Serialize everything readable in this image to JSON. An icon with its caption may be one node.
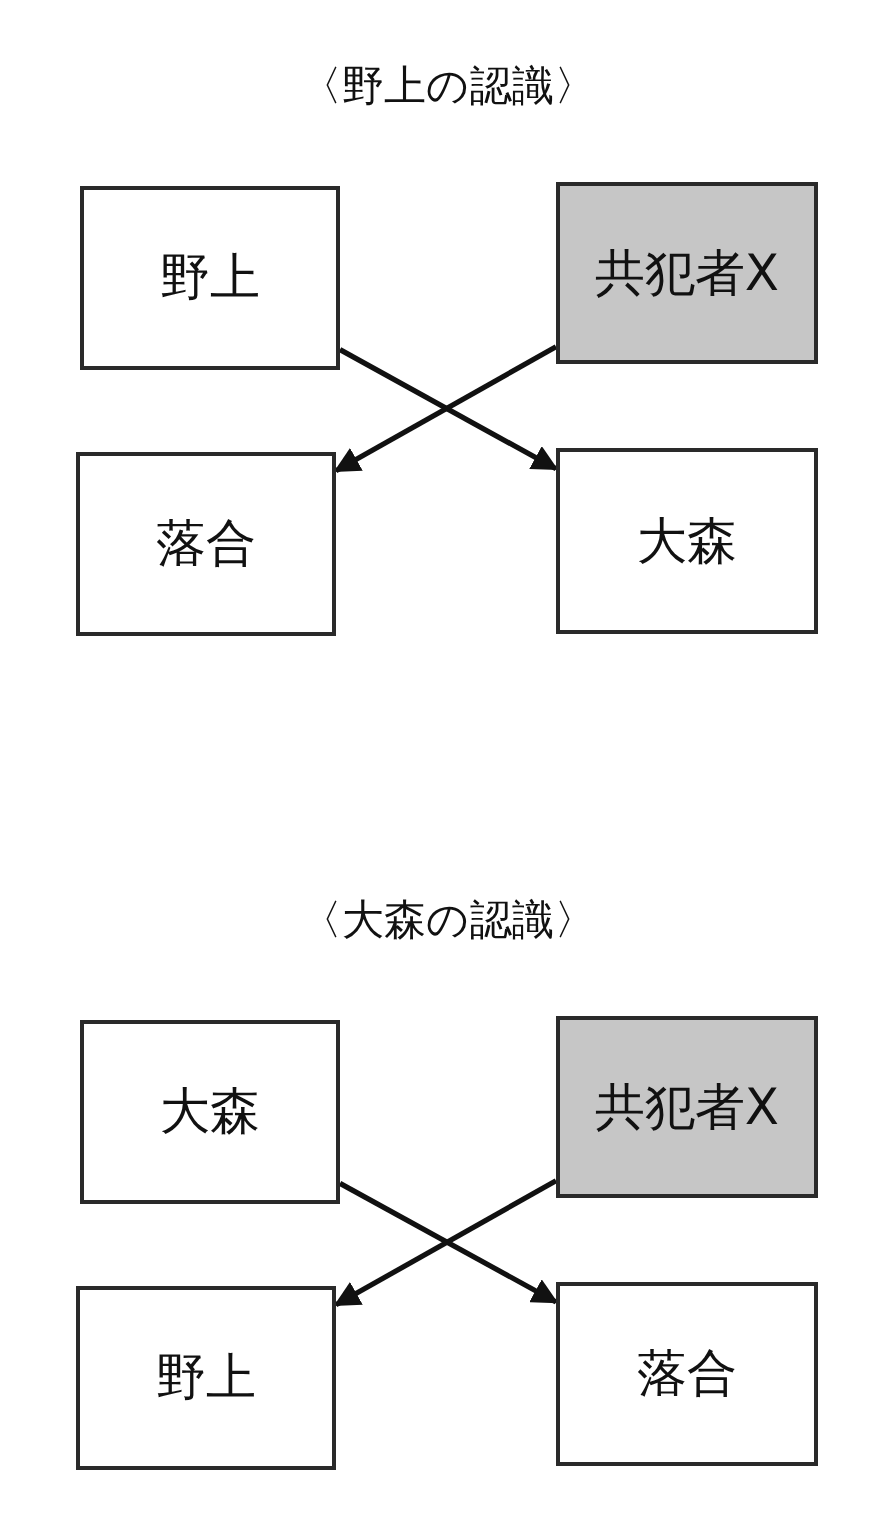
{
  "diagram": {
    "nodes": [
      {
        "text": [
          "野上"
        ]
      },
      {
        "text": [
          "共犯者X"
        ]
      },
      {
        "text": [
          "落合"
        ]
      },
      {
        "text": [
          "大森"
        ]
      },
      {
        "text": [
          "大森"
        ]
      },
      {
        "text": [
          "共犯者X"
        ]
      },
      {
        "text": [
          "野上"
        ]
      },
      {
        "text": [
          "落合"
        ]
      }
    ],
    "edges": [
      {
        "from": 0,
        "to": 3,
        "arrow": "to"
      },
      {
        "from": 1,
        "to": 2,
        "arrow": "to"
      },
      {
        "from": 4,
        "to": 7,
        "arrow": "to"
      },
      {
        "from": 5,
        "to": 6,
        "arrow": "to"
      }
    ],
    "labels": [
      "〈野上の認識〉",
      "〈大森の認識〉"
    ]
  }
}
